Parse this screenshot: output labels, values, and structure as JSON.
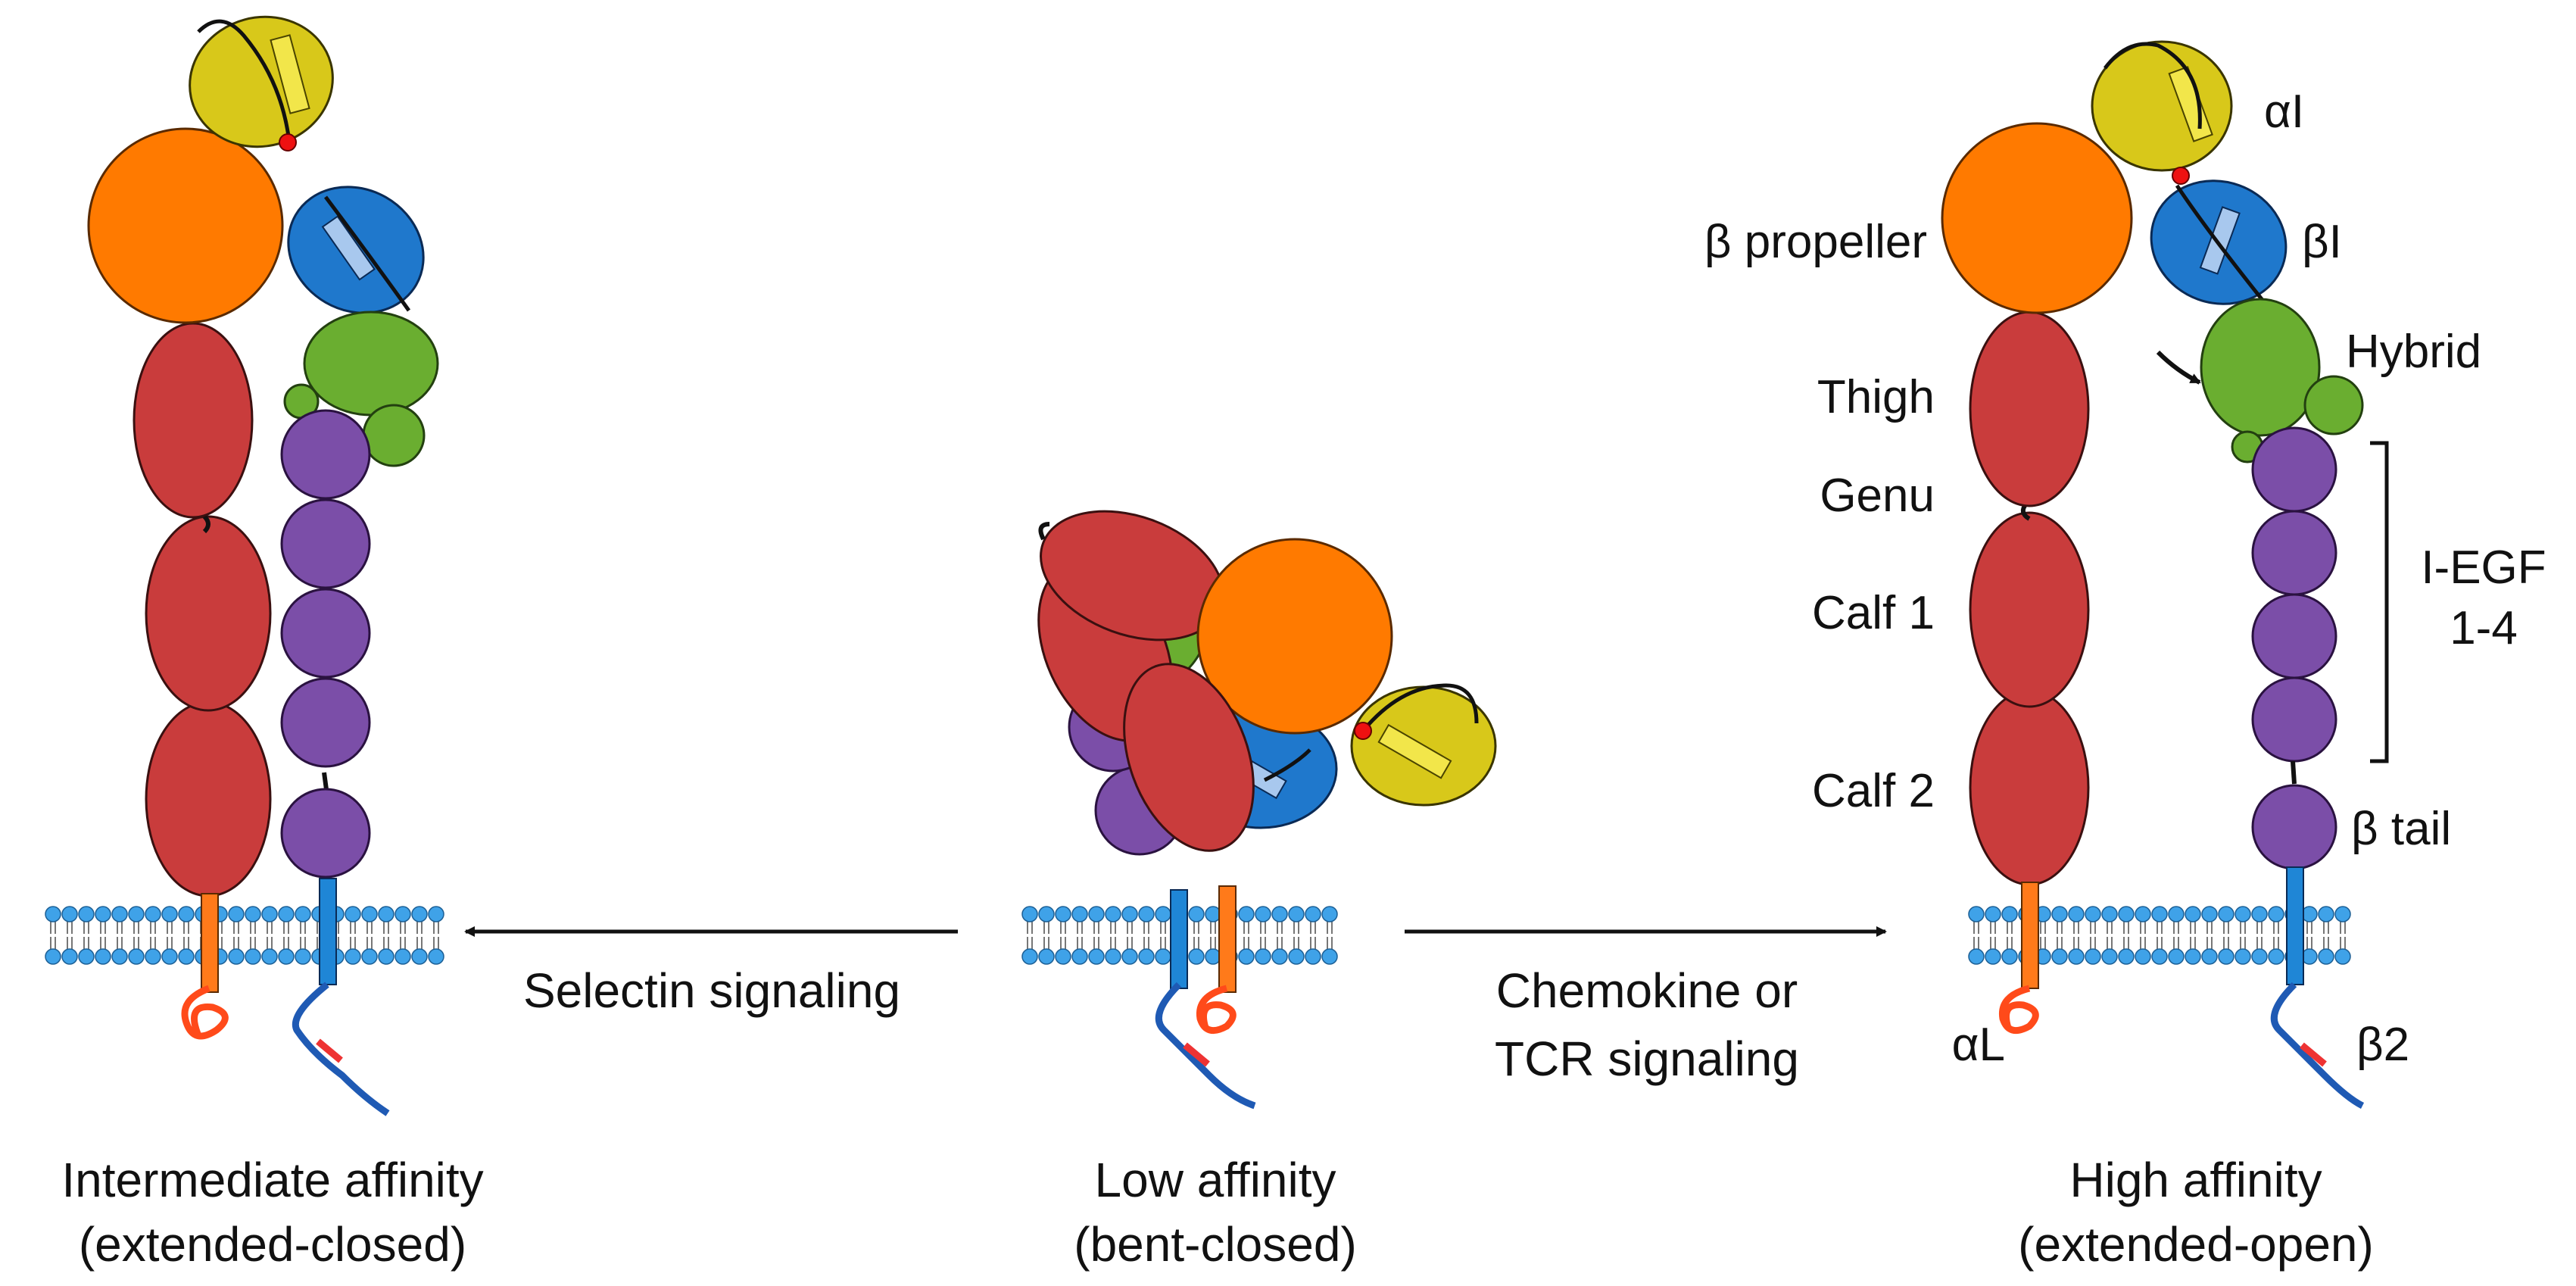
{
  "colors": {
    "thigh_calf": "#c93c3c",
    "beta_propeller": "#ff7a00",
    "alpha_I": "#d8c81a",
    "beta_I": "#1f78cc",
    "hybrid": "#6aae30",
    "i_egf": "#7b4ea8",
    "alpha_tm": "#ff7a1a",
    "beta_tm": "#1f86d6",
    "membrane_head": "#3fa2e8"
  },
  "conformations": {
    "intermediate": {
      "caption_line1": "Intermediate affinity",
      "caption_line2": "(extended-closed)"
    },
    "low": {
      "caption_line1": "Low affinity",
      "caption_line2": "(bent-closed)"
    },
    "high": {
      "caption_line1": "High affinity",
      "caption_line2": "(extended-open)"
    }
  },
  "arrows": {
    "left_label": "Selectin signaling",
    "right_label_line1": "Chemokine or",
    "right_label_line2": "TCR signaling"
  },
  "domain_labels": {
    "alpha_I": "αI",
    "beta_propeller": "β propeller",
    "beta_I": "βI",
    "thigh": "Thigh",
    "hybrid": "Hybrid",
    "genu": "Genu",
    "i_egf_line1": "I-EGF",
    "i_egf_line2": "1-4",
    "calf1": "Calf 1",
    "calf2": "Calf 2",
    "beta_tail": "β tail",
    "alpha_L": "αL",
    "beta_2": "β2"
  }
}
